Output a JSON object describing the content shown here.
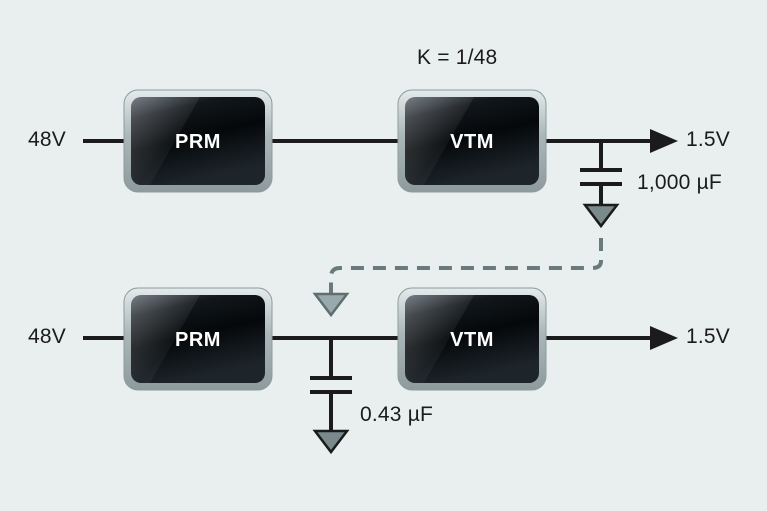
{
  "diagram": {
    "background_color": "#e8efee",
    "title_note": "K = 1/48",
    "modules": [
      {
        "id": "prm-top",
        "label": "PRM"
      },
      {
        "id": "vtm-top",
        "label": "VTM"
      },
      {
        "id": "prm-bottom",
        "label": "PRM"
      },
      {
        "id": "vtm-bottom",
        "label": "VTM"
      }
    ],
    "top_stage": {
      "input_label": "48V",
      "output_label": "1.5V",
      "cap_label": "1,000 µF"
    },
    "bottom_stage": {
      "input_label": "48V",
      "output_label": "1.5V",
      "cap_label": "0.43 µF"
    },
    "colors": {
      "wire": "#1b1b1b",
      "module_body_dark": "#0a0d10",
      "module_body_mid": "#2b343c",
      "module_edge": "#b9c3c4",
      "text": "#1b1b1b",
      "module_text": "#ffffff"
    }
  }
}
